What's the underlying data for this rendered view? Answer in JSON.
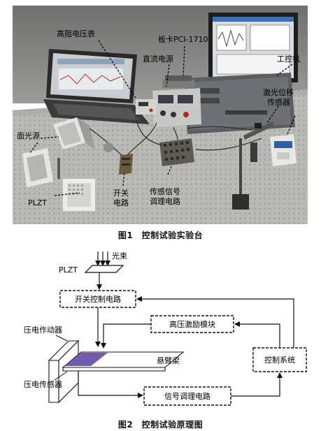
{
  "figure1": {
    "caption": "图1　控制试验实验台",
    "labels": {
      "voltmeter": "高阻电压表",
      "daq_card": "板卡PCI-1710",
      "dc_power": "直流电源",
      "ipc": "工控机",
      "laser_sensor_line1": "激光位移",
      "laser_sensor_line2": "传感器",
      "light_source": "面光源",
      "plzt": "PLZT",
      "switch_line1": "开关",
      "switch_line2": "电路",
      "conditioning_line1": "传感信号",
      "conditioning_line2": "调理电路"
    }
  },
  "figure2": {
    "caption": "图2　控制试验原理图",
    "labels": {
      "plzt": "PLZT",
      "beam_light": "光束",
      "switch_circuit": "开关控制电路",
      "hv_module": "高压激励模块",
      "actuator": "压电作动器",
      "cantilever": "悬臂梁",
      "control_system": "控制系统",
      "sensor": "压电传感器",
      "signal_circuit": "信号调理电路"
    }
  },
  "colors": {
    "photo_bg": "#8f8f8d",
    "bench": "#b7b8b4",
    "beam_highlight": "#5a3fa0",
    "line": "#111111"
  }
}
